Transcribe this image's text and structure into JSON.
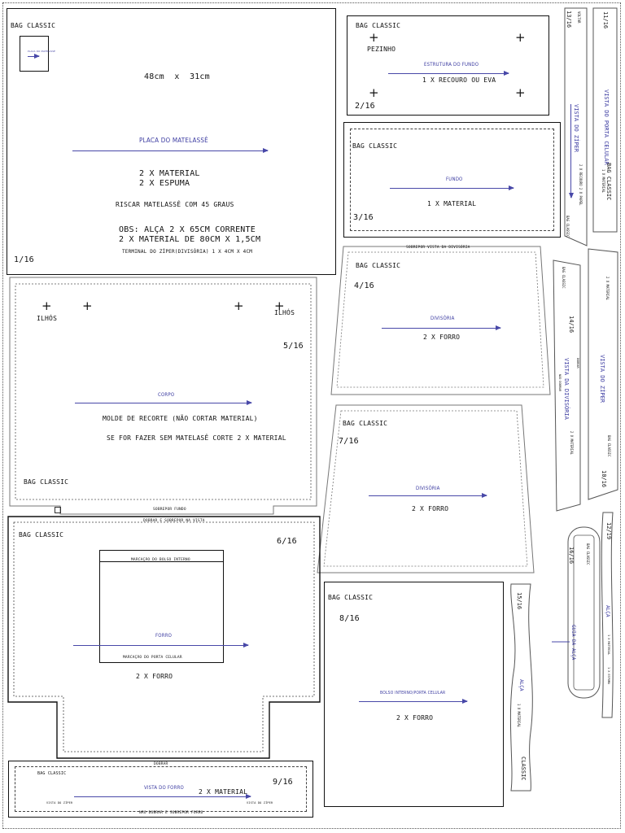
{
  "brand": "BAG CLASSIC",
  "p1": {
    "label": "BAG CLASSIC",
    "inset_label": "PLACA DO MATELASSÊ",
    "dims": "48cm  x  31cm",
    "title": "PLACA DO MATELASSÊ",
    "qty1": "2 X MATERIAL",
    "qty2": "2 X ESPUMA",
    "note": "RISCAR MATELASSÊ COM 45 GRAUS",
    "obs1": "OBS: ALÇA 2 X 65CM CORRENTE",
    "obs2": "2 X MATERIAL DE 80CM X 1,5CM",
    "terminal": "TERMINAL DO ZÍPER(DIVISÓRIA) 1 X 4CM X 4CM",
    "num": "1/16"
  },
  "p2": {
    "label": "BAG CLASSIC",
    "pezinho": "PEZINHO",
    "title": "ESTRUTURA DO FUNDO",
    "qty": "1 X RECOURO OU EVA",
    "num": "2/16"
  },
  "p3": {
    "label": "BAG CLASSIC",
    "title": "FUNDO",
    "qty": "1 X MATERIAL",
    "num": "3/16"
  },
  "p4": {
    "top": "SOBREPOR VISTA DA DIVISÓRIA",
    "label": "BAG CLASSIC",
    "num": "4/16",
    "title": "DIVISÓRIA",
    "qty": "2 X FORRO"
  },
  "p5": {
    "ilhos": "ILHÓS",
    "num": "5/16",
    "title": "CORPO",
    "note1": "MOLDE DE RECORTE (NÃO CORTAR MATERIAL)",
    "note2": "SE FOR FAZER SEM MATELASÊ CORTE 2 X MATERIAL",
    "label": "BAG CLASSIC",
    "bottom": "SOBREPOR FUNDO"
  },
  "p6": {
    "top": "DOBRAR E SOBREPOR NA VISTA",
    "label": "BAG CLASSIC",
    "num": "6/16",
    "inner_top": "MARCAÇÃO DO BOLSO INTERNO",
    "title": "FORRO",
    "inner_bottom": "MARCAÇÃO DO PORTA CELULAR",
    "qty": "2 X FORRO"
  },
  "p7": {
    "label": "BAG CLASSIC",
    "num": "7/16",
    "title": "DIVISÓRIA",
    "qty": "2 X FORRO"
  },
  "p8": {
    "label": "BAG CLASSIC",
    "num": "8/16",
    "title": "BOLSO INTERNO/PORTA CELULAR",
    "qty": "2 X FORRO"
  },
  "p9": {
    "top": "DOBRAR",
    "label": "BAG CLASSIC",
    "title": "VISTA DO FORRO",
    "qty": "2 X MATERIAL",
    "num": "9/16",
    "left_small": "VISTA DO ZÍPER",
    "right_small": "VISTA DO ZÍPER",
    "bottom": "NÃO DOBRAR E SOBREPOR FORRO"
  },
  "strips": {
    "s13_num": "13/16",
    "s13_title": "VISTA DO ZÍPER",
    "s13_qty": "2 X RECOURO 2 X PAPEL",
    "s13_label": "BAG CLASSIC",
    "s13_top": "VOLTAR",
    "s11_num": "11/16",
    "s11_title": "VISTA DO PORTA CELULAR",
    "s11_label": "BAG CLASSIC",
    "s11_qty": "1 X MATERIAL",
    "s14_num": "14/16",
    "s14_title": "VISTA DA DIVISÓRIA",
    "s14_qty": "2 X MATERIAL",
    "s14_label": "BAG CLASSIC",
    "s14_dobrar": "DOBRAR",
    "s14_nao": "NÃO DOBRAR",
    "s10_num": "10/16",
    "s10_title": "VISTA DO ZÍPER",
    "s10_qty": "2 X MATERIAL",
    "s10_label": "BAG CLASSIC",
    "s15_num": "15/16",
    "s15_title": "ALÇA",
    "s15_qty": "1 X MATERIAL",
    "s15_label": "CLASSIC",
    "s16_num": "16/16",
    "s16_title": "GUIA DA ALÇA",
    "s16_label": "BAG CLASSIC",
    "s12_num": "12/19",
    "s12_title": "ALÇA",
    "s12_qty1": "1 X MATERIAL",
    "s12_qty2": "1 X ESPUMA"
  },
  "colors": {
    "arrow": "#4848a8",
    "line": "#111111"
  }
}
